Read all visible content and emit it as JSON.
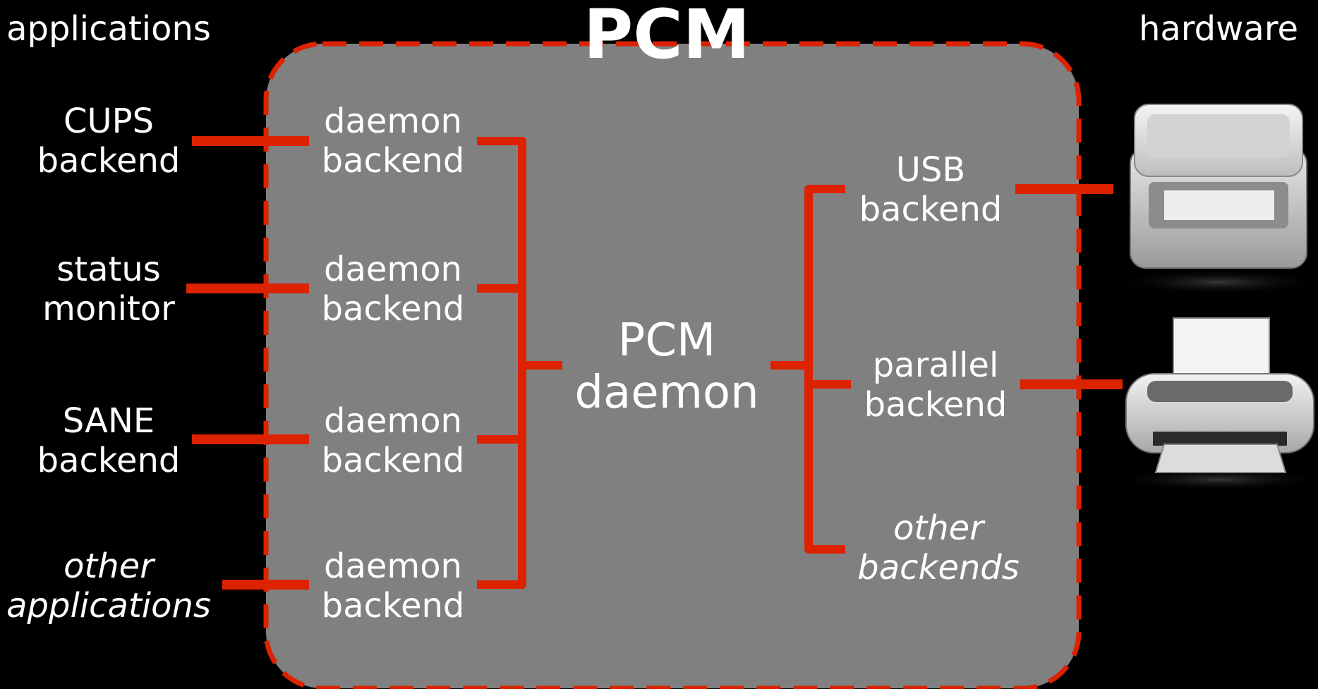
{
  "title": "PCM",
  "headers": {
    "left": "applications",
    "right": "hardware"
  },
  "applications": [
    {
      "line1": "CUPS",
      "line2": "backend",
      "italic": false
    },
    {
      "line1": "status",
      "line2": "monitor",
      "italic": false
    },
    {
      "line1": "SANE",
      "line2": "backend",
      "italic": false
    },
    {
      "line1": "other",
      "line2": "applications",
      "italic": true
    }
  ],
  "daemon_backends": [
    {
      "line1": "daemon",
      "line2": "backend"
    },
    {
      "line1": "daemon",
      "line2": "backend"
    },
    {
      "line1": "daemon",
      "line2": "backend"
    },
    {
      "line1": "daemon",
      "line2": "backend"
    }
  ],
  "center": {
    "line1": "PCM",
    "line2": "daemon"
  },
  "hardware_backends": [
    {
      "line1": "USB",
      "line2": "backend",
      "italic": false
    },
    {
      "line1": "parallel",
      "line2": "backend",
      "italic": false
    },
    {
      "line1": "other",
      "line2": "backends",
      "italic": true
    }
  ],
  "devices": [
    "scanner-icon",
    "printer-icon"
  ],
  "colors": {
    "background": "#000000",
    "box_fill": "#808080",
    "accent": "#dd2200",
    "text": "#ffffff"
  }
}
